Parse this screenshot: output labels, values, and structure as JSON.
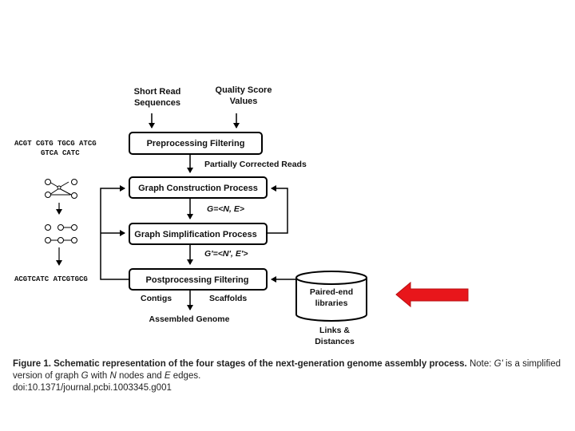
{
  "diagram": {
    "inputs": {
      "short_read_line1": "Short Read",
      "short_read_line2": "Sequences",
      "quality_line1": "Quality Score",
      "quality_line2": "Values"
    },
    "stages": {
      "preprocessing": "Preprocessing Filtering",
      "graph_construction": "Graph Construction Process",
      "graph_simplification": "Graph Simplification Process",
      "postprocessing": "Postprocessing Filtering"
    },
    "edge_labels": {
      "partially_corrected": "Partially Corrected Reads",
      "graph_g": "G=<N, E>",
      "graph_g_prime": "G'=<N', E'>"
    },
    "outputs": {
      "contigs": "Contigs",
      "scaffolds": "Scaffolds",
      "assembled_genome": "Assembled Genome"
    },
    "library": {
      "line1": "Paired-end",
      "line2": "libraries",
      "below_line1": "Links &",
      "below_line2": "Distances"
    },
    "sequences": {
      "row1": "ACGT  CGTG  TGCG ATCG",
      "row2": "GTCA  CATC",
      "row3": "ACGTCATC     ATCGTGCG"
    },
    "pointer_arrow_color": "#e8161b"
  },
  "caption": {
    "title": "Figure 1. Schematic representation of the four stages of the next-generation genome assembly process.",
    "note_prefix": " Note: ",
    "g_prime": "G'",
    "note_mid1": " is a simplified version of graph ",
    "g": "G",
    "note_mid2": " with ",
    "n": "N",
    "note_mid3": " nodes and ",
    "e": "E",
    "note_end": " edges.",
    "doi": "doi:10.1371/journal.pcbi.1003345.g001"
  }
}
